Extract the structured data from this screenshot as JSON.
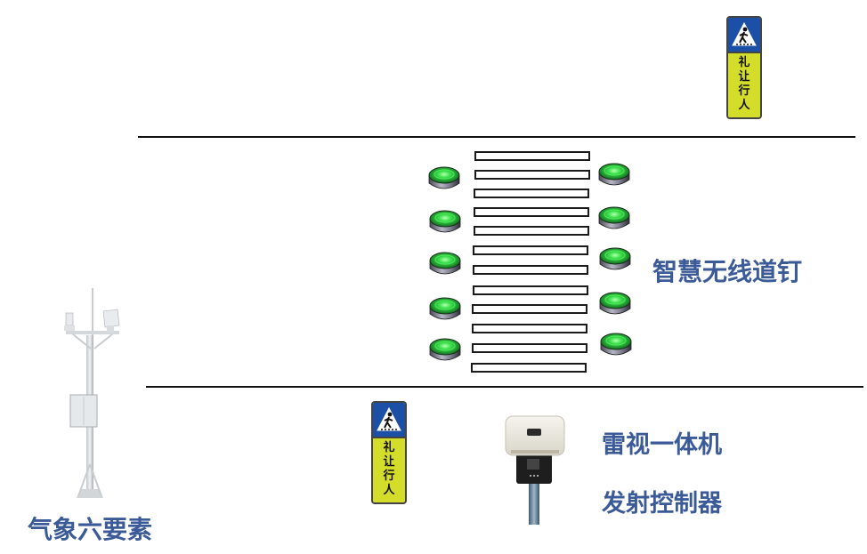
{
  "labels": {
    "road_stud": "智慧无线道钉",
    "radar_camera": "雷视一体机",
    "controller": "发射控制器",
    "weather": "气象六要素"
  },
  "sign": {
    "text": [
      "礼",
      "让",
      "行",
      "人"
    ]
  },
  "colors": {
    "label": "#3b5a98",
    "sign_blue": "#1c4fa6",
    "sign_yellow": "#d4dd2a",
    "stud_green": "#22d43a"
  },
  "icons": {
    "pedestrian": "pedestrian-crossing-icon",
    "road_stud": "road-stud-icon",
    "radar": "radar-camera-icon",
    "weather": "weather-station-icon"
  }
}
